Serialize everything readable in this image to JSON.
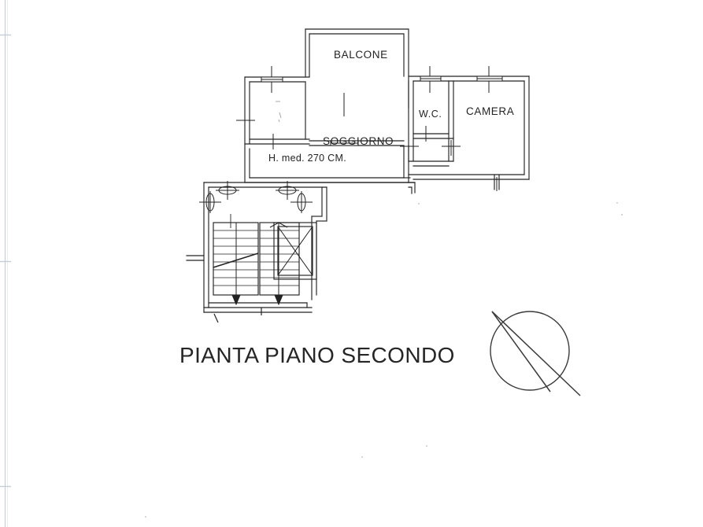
{
  "drawing": {
    "title": "PIANTA PIANO SECONDO",
    "type": "architectural-floor-plan",
    "ink_color": "#232323",
    "paper_color": "#ffffff",
    "edge_guide_color": "#9aa4b8"
  },
  "rooms": [
    {
      "id": "balcone",
      "label": "BALCONE"
    },
    {
      "id": "soggiorno",
      "label": "SOGGIORNO"
    },
    {
      "id": "wc",
      "label": "W.C."
    },
    {
      "id": "camera",
      "label": "CAMERA"
    }
  ],
  "annotations": {
    "ceiling_height": "H. med. 270 CM."
  },
  "features": {
    "staircase": "staircase-with-run-arrows",
    "elevator": "elevator-shaft-crossed-box",
    "north_arrow": "north-arrow-compass-circle",
    "windows": "window-openings-on-exterior-walls",
    "doors": "door-openings-in-partitions"
  }
}
